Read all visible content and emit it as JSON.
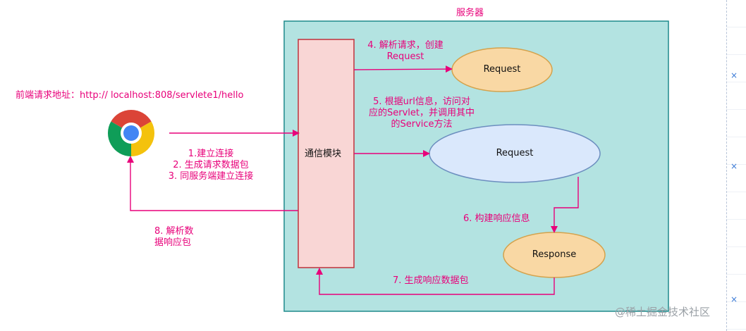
{
  "server": {
    "title": "服务器",
    "module_label": "通信模块"
  },
  "client": {
    "address": "前端请求地址：http:// localhost:808/servlete1/hello",
    "icon": "chrome-browser-icon"
  },
  "nodes": {
    "request1": "Request",
    "request2": "Request",
    "response": "Response"
  },
  "steps": {
    "step1_3": [
      "1.建立连接",
      "2. 生成请求数据包",
      "3. 同服务端建立连接"
    ],
    "step4": [
      "4. 解析请求，创建",
      "Request"
    ],
    "step5": [
      "5. 根据url信息，访问对",
      "应的Servlet，并调用其中",
      "的Service方法"
    ],
    "step6": "6. 构建响应信息",
    "step7": "7. 生成响应数据包",
    "step8": [
      "8. 解析数",
      "据响应包"
    ]
  },
  "watermark": "@稀土掘金技术社区",
  "colors": {
    "server_fill": "#b3e3e1",
    "server_border": "#1e8a8c",
    "module_fill": "#f9d6d5",
    "module_border": "#c0323c",
    "request_orange": "#f9d8a4",
    "request_blue": "#dae8fc",
    "request_blue_border": "#6c8ebf",
    "arrow": "#e8007a"
  }
}
